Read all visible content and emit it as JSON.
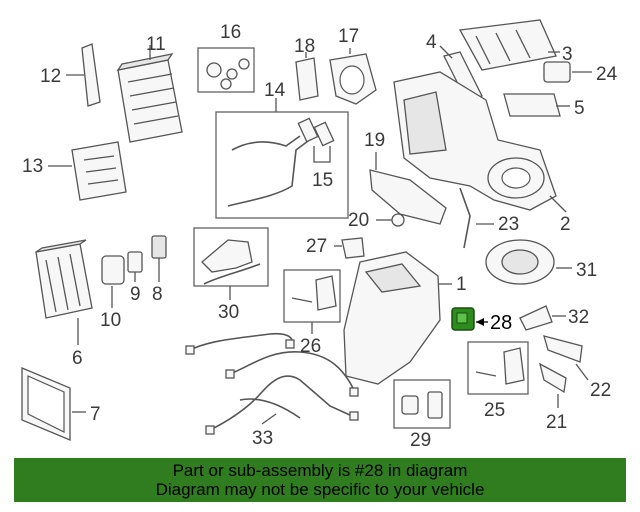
{
  "diagram": {
    "callouts": [
      "1",
      "2",
      "3",
      "4",
      "5",
      "6",
      "7",
      "8",
      "9",
      "10",
      "11",
      "12",
      "13",
      "14",
      "15",
      "16",
      "17",
      "18",
      "19",
      "20",
      "21",
      "22",
      "23",
      "24",
      "25",
      "26",
      "27",
      "28",
      "29",
      "30",
      "31",
      "32",
      "33"
    ],
    "highlight_color": "#2e8b1e",
    "highlighted_part": "28"
  },
  "banner": {
    "line1": "Part or sub-assembly is #28 in diagram",
    "line2": "Diagram may not be specific to your vehicle",
    "background": "#2f7d1f"
  }
}
